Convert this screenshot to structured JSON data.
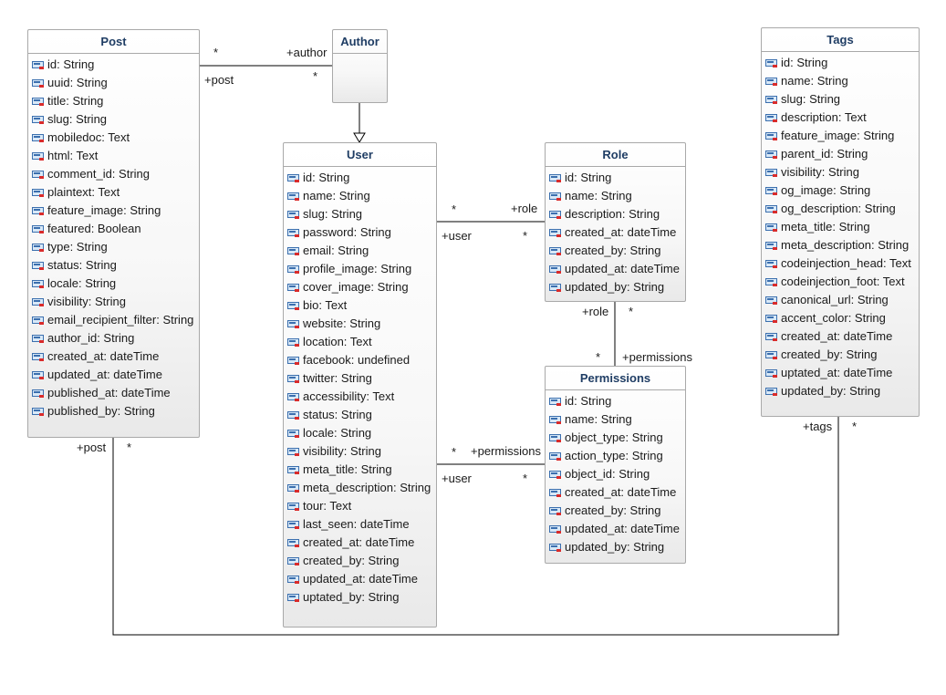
{
  "classes": [
    {
      "name": "Post",
      "id": "post",
      "attributes": [
        "id: String",
        "uuid: String",
        "title: String",
        "slug: String",
        "mobiledoc: Text",
        "html: Text",
        "comment_id: String",
        "plaintext: Text",
        "feature_image: String",
        "featured: Boolean",
        "type: String",
        "status: String",
        "locale: String",
        "visibility: String",
        "email_recipient_filter: String",
        "author_id: String",
        "created_at: dateTime",
        "updated_at: dateTime",
        "published_at: dateTime",
        "published_by: String"
      ]
    },
    {
      "name": "Author",
      "id": "author",
      "attributes": []
    },
    {
      "name": "User",
      "id": "user",
      "attributes": [
        "id: String",
        "name: String",
        "slug: String",
        "password: String",
        "email: String",
        "profile_image: String",
        "cover_image: String",
        "bio: Text",
        "website: String",
        "location: Text",
        "facebook: undefined",
        "twitter: String",
        "accessibility: Text",
        "status: String",
        "locale: String",
        "visibility: String",
        "meta_title: String",
        "meta_description: String",
        "tour: Text",
        "last_seen: dateTime",
        "created_at: dateTime",
        "created_by: String",
        "updated_at: dateTime",
        "uptated_by: String"
      ]
    },
    {
      "name": "Role",
      "id": "role",
      "attributes": [
        "id: String",
        "name: String",
        "description: String",
        "created_at: dateTime",
        "created_by: String",
        "updated_at: dateTime",
        "updated_by: String"
      ]
    },
    {
      "name": "Permissions",
      "id": "permissions",
      "attributes": [
        "id: String",
        "name: String",
        "object_type: String",
        "action_type: String",
        "object_id: String",
        "created_at: dateTime",
        "created_by: String",
        "updated_at: dateTime",
        "updated_by: String"
      ]
    },
    {
      "name": "Tags",
      "id": "tags",
      "attributes": [
        "id: String",
        "name: String",
        "slug: String",
        "description: Text",
        "feature_image: String",
        "parent_id: String",
        "visibility: String",
        "og_image: String",
        "og_description: String",
        "meta_title: String",
        "meta_description: String",
        "codeinjection_head: Text",
        "codeinjection_foot: Text",
        "canonical_url: String",
        "accent_color: String",
        "created_at: dateTime",
        "created_by: String",
        "uptated_at: dateTime",
        "updated_by: String"
      ]
    }
  ],
  "associations": [
    {
      "from": "post",
      "to": "author",
      "labels": [
        "*",
        "+author",
        "+post",
        "*"
      ]
    },
    {
      "from": "user",
      "to": "role",
      "labels": [
        "*",
        "+role",
        "+user",
        "*"
      ]
    },
    {
      "from": "role",
      "to": "permissions",
      "labels": [
        "+role",
        "*",
        "*",
        "+permissions"
      ]
    },
    {
      "from": "user",
      "to": "permissions",
      "labels": [
        "*",
        "+permissions",
        "+user",
        "*"
      ]
    },
    {
      "from": "post",
      "to": "tags",
      "labels": [
        "+post",
        "*",
        "+tags",
        "*"
      ]
    }
  ],
  "generalizations": [
    {
      "from": "author",
      "to": "user"
    }
  ],
  "colors": {
    "title": "#1f3d64",
    "border": "#a9a9a9",
    "line": "#000000",
    "icon_blue": "#3b6fae",
    "icon_red": "#d92b2b"
  }
}
